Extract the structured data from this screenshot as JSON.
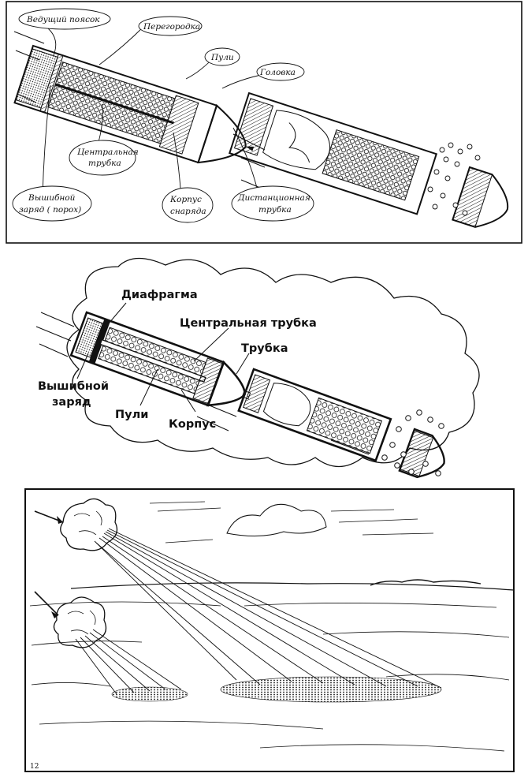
{
  "panel1": {
    "labels": {
      "driving_band": "Ведущий поясок",
      "partition": "Перегородка",
      "bullets": "Пули",
      "head": "Головка",
      "central_tube_line1": "Центральная",
      "central_tube_line2": "трубка",
      "ejection_charge_line1": "Вышибной",
      "ejection_charge_line2": "заряд ( порох)",
      "shell_body_line1": "Корпус",
      "shell_body_line2": "снаряда",
      "time_fuse_line1": "Дистанционная",
      "time_fuse_line2": "трубка"
    }
  },
  "panel2": {
    "labels": {
      "diaphragm": "Диафрагма",
      "central_tube": "Центральная трубка",
      "tube": "Трубка",
      "ejection_charge_line1": "Вышибной",
      "ejection_charge_line2": "заряд",
      "bullets": "Пули",
      "body": "Корпус"
    }
  },
  "panel3": {
    "page_number": "12"
  }
}
